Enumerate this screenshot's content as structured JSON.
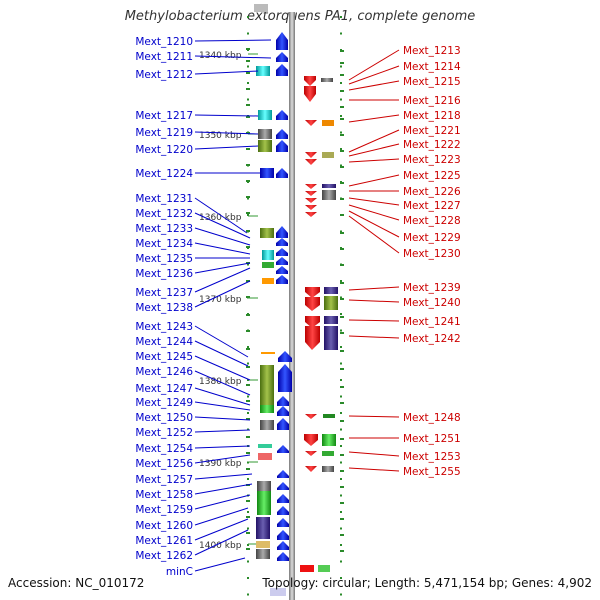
{
  "title": "Methylobacterium extorquens PA1, complete genome",
  "footer": {
    "accession": "Accession: NC_010172",
    "topology": "Topology: circular; Length: 5,471,154 bp; Genes: 4,902"
  },
  "colors": {
    "left_label": "#0000cc",
    "right_label": "#cc0000",
    "forward_gene": "#0000ff",
    "reverse_gene": "#ff0000",
    "axis": "#999999",
    "tick": "#339933"
  },
  "kbp_markers": [
    "1340 kbp",
    "1350 kbp",
    "1360 kbp",
    "1370 kbp",
    "1380 kbp",
    "1390 kbp",
    "1400 kbp"
  ],
  "left_labels": [
    "Mext_1210",
    "Mext_1211",
    "Mext_1212",
    "Mext_1217",
    "Mext_1219",
    "Mext_1220",
    "Mext_1224",
    "Mext_1231",
    "Mext_1232",
    "Mext_1233",
    "Mext_1234",
    "Mext_1235",
    "Mext_1236",
    "Mext_1237",
    "Mext_1238",
    "Mext_1243",
    "Mext_1244",
    "Mext_1245",
    "Mext_1246",
    "Mext_1247",
    "Mext_1249",
    "Mext_1250",
    "Mext_1252",
    "Mext_1254",
    "Mext_1256",
    "Mext_1257",
    "Mext_1258",
    "Mext_1259",
    "Mext_1260",
    "Mext_1261",
    "Mext_1262",
    "minC"
  ],
  "right_labels": [
    "Mext_1213",
    "Mext_1214",
    "Mext_1215",
    "Mext_1216",
    "Mext_1218",
    "Mext_1221",
    "Mext_1222",
    "Mext_1223",
    "Mext_1225",
    "Mext_1226",
    "Mext_1227",
    "Mext_1228",
    "Mext_1229",
    "Mext_1230",
    "Mext_1239",
    "Mext_1240",
    "Mext_1241",
    "Mext_1242",
    "Mext_1248",
    "Mext_1251",
    "Mext_1253",
    "Mext_1255"
  ]
}
